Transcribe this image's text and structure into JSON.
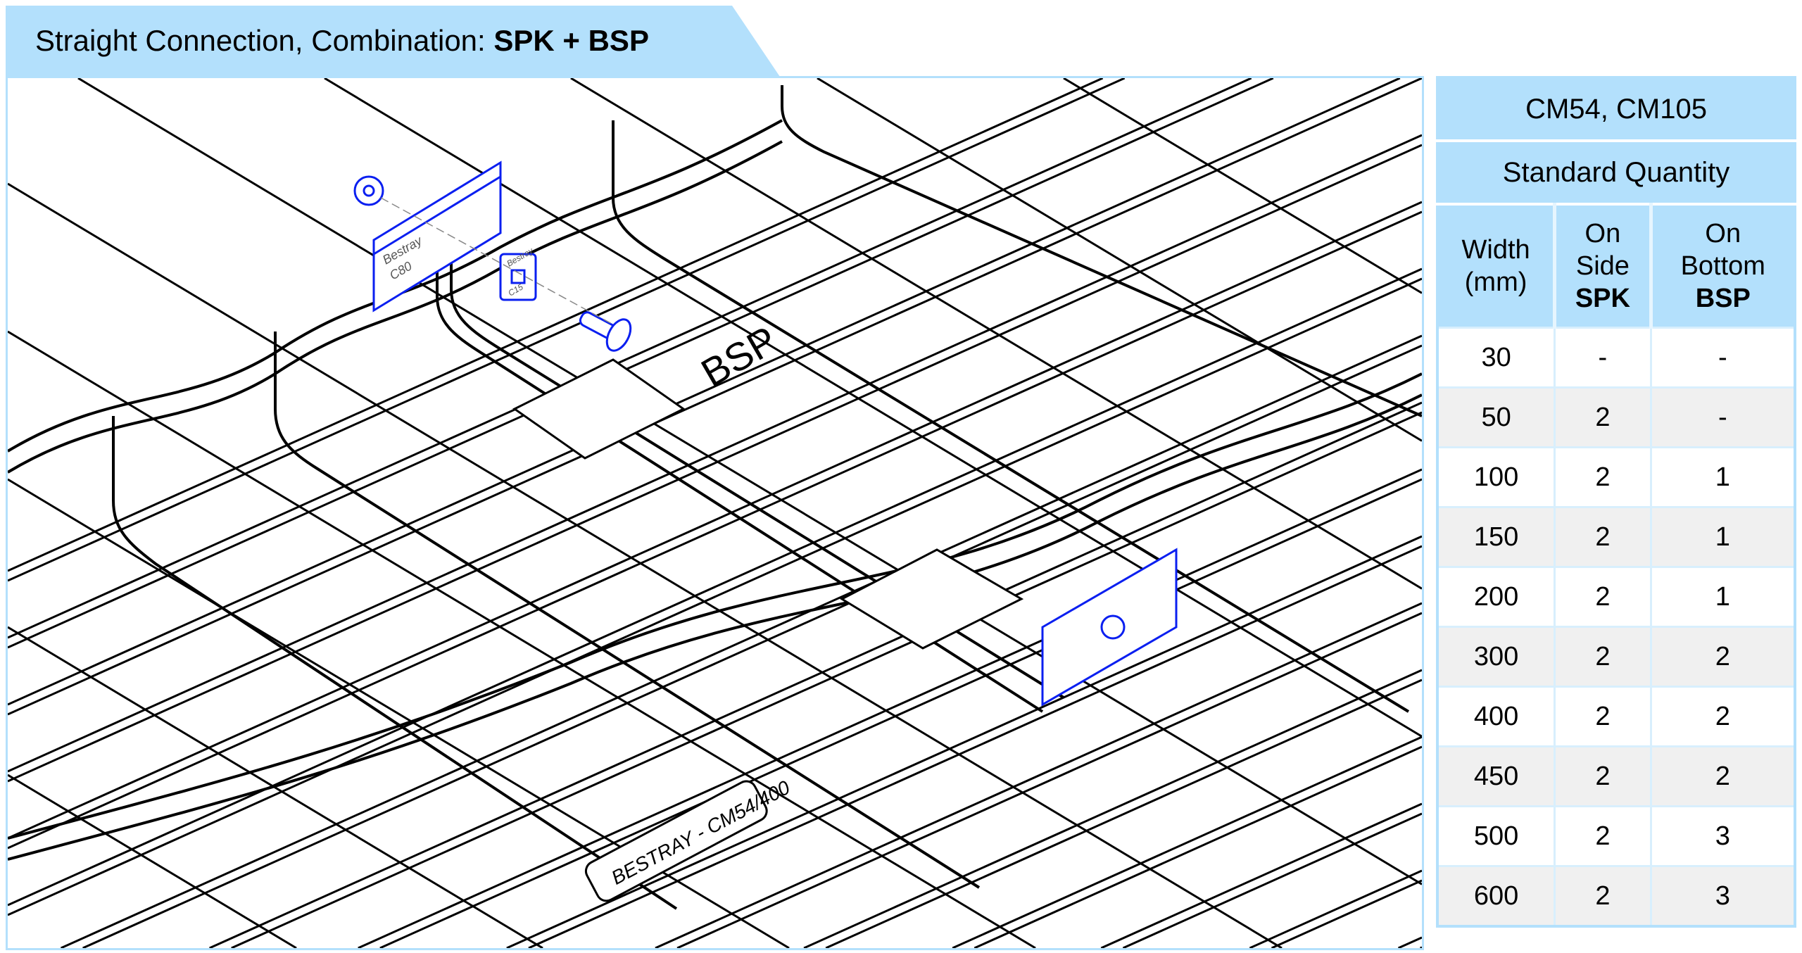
{
  "header": {
    "title_prefix": "Straight Connection, Combination: ",
    "title_bold": "SPK + BSP"
  },
  "drawing": {
    "bsp_label": "BSP",
    "tray_label": "BESTRAY - CM54/400",
    "spk_plate_brand": "Bestray",
    "spk_plate_code": "C80",
    "spk_clip_brand": "Bestray",
    "spk_clip_code": "C15",
    "highlight_color": "#0a1ff0"
  },
  "table": {
    "title": "CM54, CM105",
    "subtitle": "Standard Quantity",
    "columns": [
      {
        "line1": "Width",
        "line2": "(mm)"
      },
      {
        "line1": "On",
        "line2": "Side",
        "bold": "SPK"
      },
      {
        "line1": "On",
        "line2": "Bottom",
        "bold": "BSP"
      }
    ],
    "rows": [
      {
        "width": "30",
        "spk": "-",
        "bsp": "-"
      },
      {
        "width": "50",
        "spk": "2",
        "bsp": "-"
      },
      {
        "width": "100",
        "spk": "2",
        "bsp": "1"
      },
      {
        "width": "150",
        "spk": "2",
        "bsp": "1"
      },
      {
        "width": "200",
        "spk": "2",
        "bsp": "1"
      },
      {
        "width": "300",
        "spk": "2",
        "bsp": "2"
      },
      {
        "width": "400",
        "spk": "2",
        "bsp": "2"
      },
      {
        "width": "450",
        "spk": "2",
        "bsp": "2"
      },
      {
        "width": "500",
        "spk": "2",
        "bsp": "3"
      },
      {
        "width": "600",
        "spk": "2",
        "bsp": "3"
      }
    ]
  },
  "colors": {
    "header_bg": "#b3e0fc",
    "row_alt": "#f0f0f0"
  }
}
